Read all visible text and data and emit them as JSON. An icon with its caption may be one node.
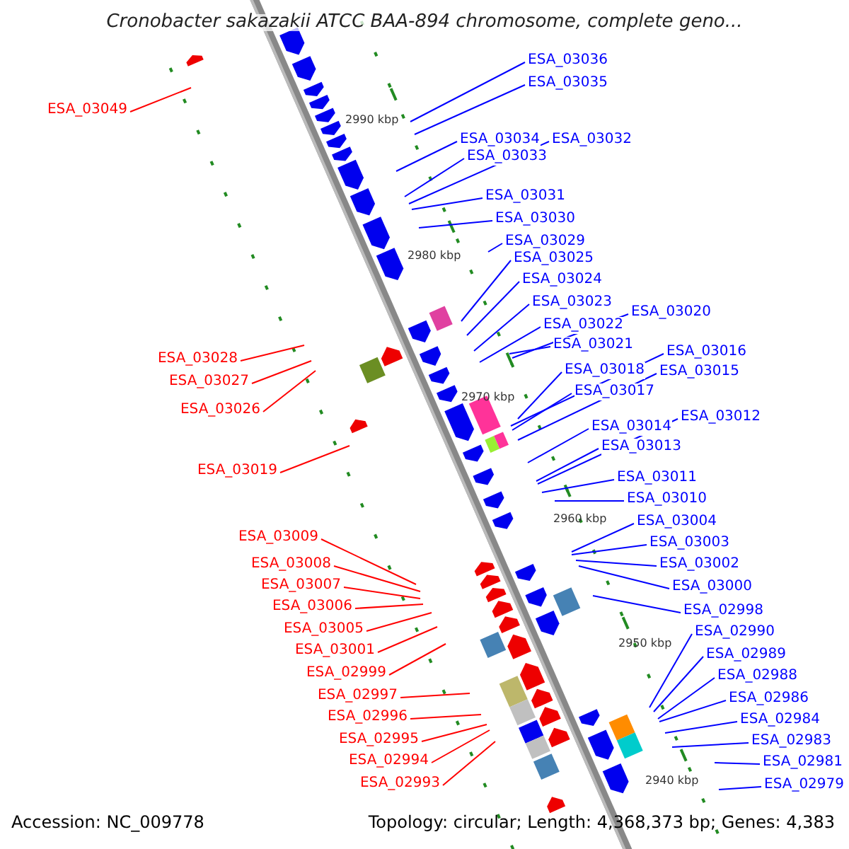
{
  "diagram": {
    "title": "Cronobacter sakazakii ATCC BAA-894 chromosome, complete geno...",
    "nodes": [
      {
        "text": [
          "ESA_03049"
        ]
      },
      {
        "text": [
          "ESA_03028"
        ]
      },
      {
        "text": [
          "ESA_03027"
        ]
      },
      {
        "text": [
          "ESA_03026"
        ]
      },
      {
        "text": [
          "ESA_03019"
        ]
      },
      {
        "text": [
          "ESA_03009"
        ]
      },
      {
        "text": [
          "ESA_03008"
        ]
      },
      {
        "text": [
          "ESA_03007"
        ]
      },
      {
        "text": [
          "ESA_03006"
        ]
      },
      {
        "text": [
          "ESA_03005"
        ]
      },
      {
        "text": [
          "ESA_03001"
        ]
      },
      {
        "text": [
          "ESA_02999"
        ]
      },
      {
        "text": [
          "ESA_02997"
        ]
      },
      {
        "text": [
          "ESA_02996"
        ]
      },
      {
        "text": [
          "ESA_02995"
        ]
      },
      {
        "text": [
          "ESA_02994"
        ]
      },
      {
        "text": [
          "ESA_02993"
        ]
      },
      {
        "text": [
          "ESA_03036"
        ]
      },
      {
        "text": [
          "ESA_03035"
        ]
      },
      {
        "text": [
          "ESA_03034"
        ]
      },
      {
        "text": [
          "ESA_03033"
        ]
      },
      {
        "text": [
          "ESA_03032"
        ]
      },
      {
        "text": [
          "ESA_03031"
        ]
      },
      {
        "text": [
          "ESA_03030"
        ]
      },
      {
        "text": [
          "ESA_03029"
        ]
      },
      {
        "text": [
          "ESA_03025"
        ]
      },
      {
        "text": [
          "ESA_03024"
        ]
      },
      {
        "text": [
          "ESA_03023"
        ]
      },
      {
        "text": [
          "ESA_03022"
        ]
      },
      {
        "text": [
          "ESA_03021"
        ]
      },
      {
        "text": [
          "ESA_03020"
        ]
      },
      {
        "text": [
          "ESA_03018"
        ]
      },
      {
        "text": [
          "ESA_03016"
        ]
      },
      {
        "text": [
          "ESA_03017"
        ]
      },
      {
        "text": [
          "ESA_03015"
        ]
      },
      {
        "text": [
          "ESA_03014"
        ]
      },
      {
        "text": [
          "ESA_03012"
        ]
      },
      {
        "text": [
          "ESA_03013"
        ]
      },
      {
        "text": [
          "ESA_03011"
        ]
      },
      {
        "text": [
          "ESA_03010"
        ]
      },
      {
        "text": [
          "ESA_03004"
        ]
      },
      {
        "text": [
          "ESA_03003"
        ]
      },
      {
        "text": [
          "ESA_03002"
        ]
      },
      {
        "text": [
          "ESA_03000"
        ]
      },
      {
        "text": [
          "ESA_02998"
        ]
      },
      {
        "text": [
          "ESA_02990"
        ]
      },
      {
        "text": [
          "ESA_02989"
        ]
      },
      {
        "text": [
          "ESA_02988"
        ]
      },
      {
        "text": [
          "ESA_02986"
        ]
      },
      {
        "text": [
          "ESA_02984"
        ]
      },
      {
        "text": [
          "ESA_02983"
        ]
      },
      {
        "text": [
          "ESA_02981"
        ]
      },
      {
        "text": [
          "ESA_02979"
        ]
      }
    ],
    "edges": [
      {
        "from": 0,
        "to": null,
        "arrow": "none",
        "color": "#ff0000"
      },
      {
        "from": 1,
        "to": null,
        "arrow": "none",
        "color": "#ff0000"
      },
      {
        "from": 2,
        "to": null,
        "arrow": "none",
        "color": "#ff0000"
      },
      {
        "from": 3,
        "to": null,
        "arrow": "none",
        "color": "#ff0000"
      },
      {
        "from": 4,
        "to": null,
        "arrow": "none",
        "color": "#ff0000"
      },
      {
        "from": 5,
        "to": null,
        "arrow": "none",
        "color": "#ff0000"
      },
      {
        "from": 6,
        "to": null,
        "arrow": "none",
        "color": "#ff0000"
      },
      {
        "from": 7,
        "to": null,
        "arrow": "none",
        "color": "#ff0000"
      },
      {
        "from": 8,
        "to": null,
        "arrow": "none",
        "color": "#ff0000"
      },
      {
        "from": 9,
        "to": null,
        "arrow": "none",
        "color": "#ff0000"
      },
      {
        "from": 10,
        "to": null,
        "arrow": "none",
        "color": "#ff0000"
      },
      {
        "from": 11,
        "to": null,
        "arrow": "none",
        "color": "#ff0000"
      },
      {
        "from": 12,
        "to": null,
        "arrow": "none",
        "color": "#ff0000"
      },
      {
        "from": 13,
        "to": null,
        "arrow": "none",
        "color": "#ff0000"
      },
      {
        "from": 14,
        "to": null,
        "arrow": "none",
        "color": "#ff0000"
      },
      {
        "from": 15,
        "to": null,
        "arrow": "none",
        "color": "#ff0000"
      },
      {
        "from": 16,
        "to": null,
        "arrow": "none",
        "color": "#ff0000"
      },
      {
        "from": 17,
        "to": null,
        "arrow": "none"
      },
      {
        "from": 18,
        "to": null,
        "arrow": "none"
      },
      {
        "from": 19,
        "to": null,
        "arrow": "none"
      },
      {
        "from": 20,
        "to": null,
        "arrow": "none"
      },
      {
        "from": 21,
        "to": null,
        "arrow": "none"
      },
      {
        "from": 22,
        "to": null,
        "arrow": "none"
      },
      {
        "from": 23,
        "to": null,
        "arrow": "none"
      },
      {
        "from": 24,
        "to": null,
        "arrow": "none"
      },
      {
        "from": 25,
        "to": null,
        "arrow": "none"
      },
      {
        "from": 26,
        "to": null,
        "arrow": "none"
      },
      {
        "from": 27,
        "to": null,
        "arrow": "none"
      },
      {
        "from": 28,
        "to": null,
        "arrow": "none"
      },
      {
        "from": 29,
        "to": null,
        "arrow": "none"
      },
      {
        "from": 30,
        "to": null,
        "arrow": "none"
      },
      {
        "from": 31,
        "to": null,
        "arrow": "none"
      },
      {
        "from": 32,
        "to": null,
        "arrow": "none"
      },
      {
        "from": 33,
        "to": null,
        "arrow": "none"
      },
      {
        "from": 34,
        "to": null,
        "arrow": "none"
      },
      {
        "from": 35,
        "to": null,
        "arrow": "none"
      },
      {
        "from": 36,
        "to": null,
        "arrow": "none"
      },
      {
        "from": 37,
        "to": null,
        "arrow": "none"
      },
      {
        "from": 38,
        "to": null,
        "arrow": "none"
      },
      {
        "from": 39,
        "to": null,
        "arrow": "none"
      },
      {
        "from": 40,
        "to": null,
        "arrow": "none"
      },
      {
        "from": 41,
        "to": null,
        "arrow": "none"
      },
      {
        "from": 42,
        "to": null,
        "arrow": "none"
      },
      {
        "from": 43,
        "to": null,
        "arrow": "none"
      },
      {
        "from": 44,
        "to": null,
        "arrow": "none"
      },
      {
        "from": 45,
        "to": null,
        "arrow": "none"
      },
      {
        "from": 46,
        "to": null,
        "arrow": "none"
      },
      {
        "from": 47,
        "to": null,
        "arrow": "none"
      },
      {
        "from": 48,
        "to": null,
        "arrow": "none"
      },
      {
        "from": 49,
        "to": null,
        "arrow": "none"
      },
      {
        "from": 50,
        "to": null,
        "arrow": "none"
      },
      {
        "from": 51,
        "to": null,
        "arrow": "none"
      },
      {
        "from": 52,
        "to": null,
        "arrow": "none"
      }
    ],
    "labels": [
      "2990 kbp",
      "2980 kbp",
      "2970 kbp",
      "2960 kbp",
      "2950 kbp",
      "2940 kbp",
      "Accession: NC_009778",
      "Topology: circular; Length: 4,368,373 bp; Genes: 4,383"
    ]
  }
}
